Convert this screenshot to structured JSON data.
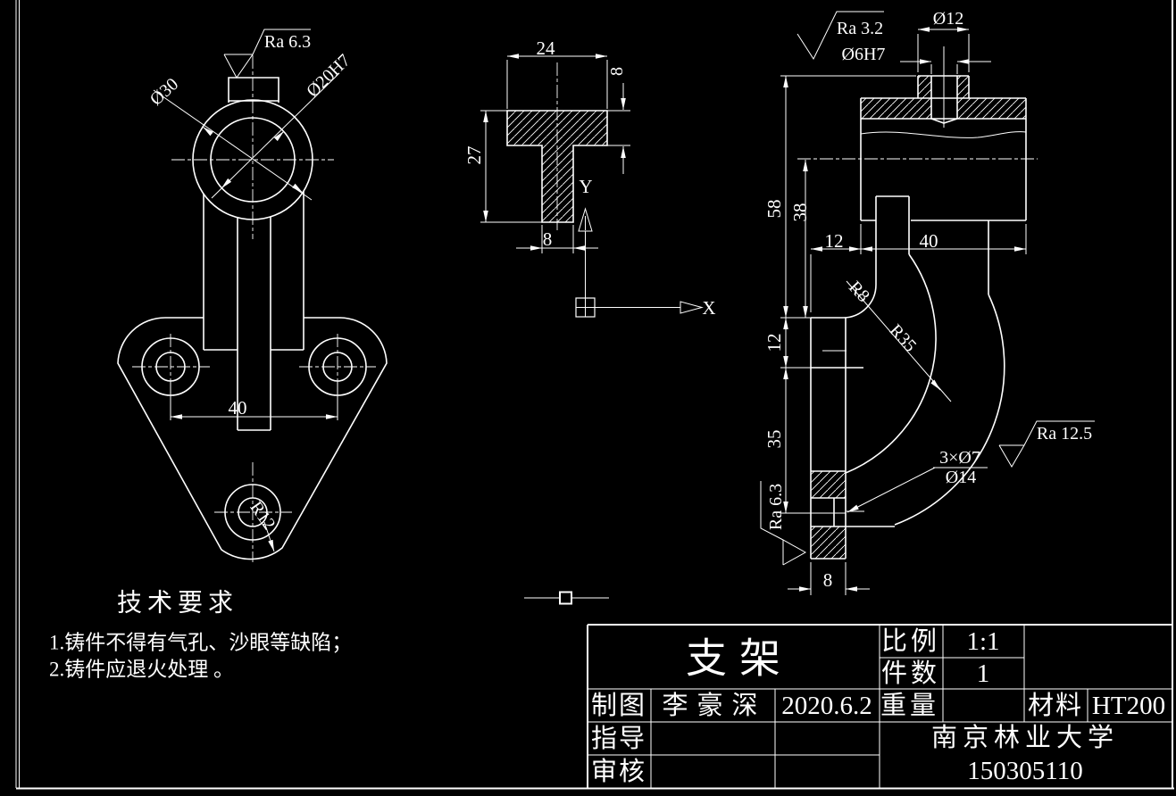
{
  "app": {
    "background": "#000000",
    "line_color": "#ffffff"
  },
  "front_view": {
    "surface_finish": "Ra 6.3",
    "outer_diameter": "Ø30",
    "bore_diameter": "Ø20H7",
    "hole_spacing": "40",
    "corner_radius": "R12"
  },
  "section_view": {
    "flange_width": "24",
    "flange_thickness": "8",
    "total_height": "27",
    "web_thickness": "8"
  },
  "ucs_icon": {
    "x_label": "X",
    "y_label": "Y"
  },
  "side_view": {
    "surface_finish_top": "Ra 3.2",
    "boss_diameter": "Ø12",
    "hole_diameter": "Ø6H7",
    "height_total": "58",
    "height_axis": "38",
    "offset_12": "12",
    "cylinder_length": "40",
    "boss_height_12": "12",
    "plate_height": "35",
    "fillet_inner": "R8",
    "fillet_outer": "R35",
    "hole_callout": "3×Ø7",
    "counterbore": "Ø14",
    "surface_finish_right": "Ra 12.5",
    "surface_finish_left": "Ra 6.3",
    "plate_thickness": "8"
  },
  "technical_requirements": {
    "title": "技术要求",
    "items": [
      "1.铸件不得有气孔、沙眼等缺陷；",
      "2.铸件应退火处理 。"
    ]
  },
  "title_block": {
    "part_name": "支架",
    "scale_label": "比例",
    "scale_value": "1:1",
    "quantity_label": "件数",
    "quantity_value": "1",
    "drawn_label": "制图",
    "drawn_by": "李豪深",
    "date": "2020.6.2",
    "weight_label": "重量",
    "material_label": "材料",
    "material_value": "HT200",
    "advisor_label": "指导",
    "reviewer_label": "审核",
    "university": "南京林业大学",
    "student_id": "150305110"
  }
}
